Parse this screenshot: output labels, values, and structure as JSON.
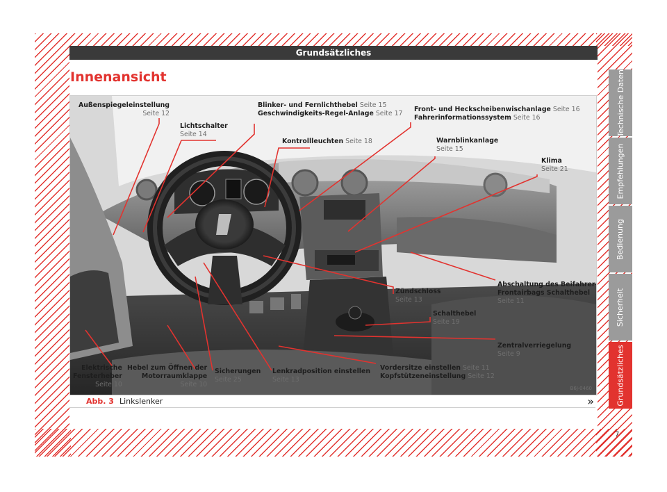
{
  "header": {
    "section_title": "Grundsätzliches"
  },
  "page_title": "Innenansicht",
  "figure": {
    "code": "B6J-0460",
    "callouts": {
      "aussenspiegel": {
        "title": "Außenspiegeleinstellung",
        "page": "Seite 12"
      },
      "lichtschalter": {
        "title": "Lichtschalter",
        "page": "Seite 14"
      },
      "blinker": {
        "title": "Blinker- und Fernlichthebel",
        "page": "Seite 15",
        "title2": "Geschwindigkeits-Regel-Anlage",
        "page2": "Seite 17"
      },
      "wischer": {
        "title": "Front- und Heckscheibenwischanlage",
        "page": "Seite 16",
        "title2": "Fahrerinformationssystem",
        "page2": "Seite 16"
      },
      "kontrollleuchten": {
        "title": "Kontrollleuchten",
        "page": "Seite 18"
      },
      "warnblink": {
        "title": "Warnblinkanlage",
        "page": "Seite 15"
      },
      "klima": {
        "title": "Klima",
        "page": "Seite 21"
      },
      "zuendschloss": {
        "title": "Zündschloss",
        "page": "Seite 13"
      },
      "abschaltung": {
        "title": "Abschaltung des Beifahrer-",
        "title_line2": "Frontairbags Schalthebel",
        "page": "Seite 11"
      },
      "schalthebel": {
        "title": "Schalthebel",
        "page": "Seite 19"
      },
      "zentral": {
        "title": "Zentralverriegelung",
        "page": "Seite 9"
      },
      "fensterheber": {
        "title": "Elektrische",
        "title_line2": "Fensterheber",
        "page": "Seite 10"
      },
      "motorraum": {
        "title": "Hebel zum Öffnen der",
        "title_line2": "Motorraumklappe",
        "page": "Seite 10"
      },
      "sicherungen": {
        "title": "Sicherungen",
        "page": "Seite 25"
      },
      "lenkrad": {
        "title": "Lenkradposition einstellen",
        "page": "Seite 13"
      },
      "vordersitze": {
        "title": "Vordersitze einstellen",
        "page": "Seite 11",
        "title2": "Kopfstützeneinstellung",
        "page2": "Seite 12"
      }
    }
  },
  "caption": {
    "label": "Abb. 3",
    "text": "Linkslenker",
    "next_marker": "»"
  },
  "side_tabs": [
    "Technische Daten",
    "Empfehlungen",
    "Bedienung",
    "Sicherheit",
    "Grundsätzliches"
  ],
  "page_number": "7",
  "colors": {
    "accent": "#e2332f",
    "header_bg": "#3a3a3a",
    "tab_inactive": "#9b9b9b"
  }
}
